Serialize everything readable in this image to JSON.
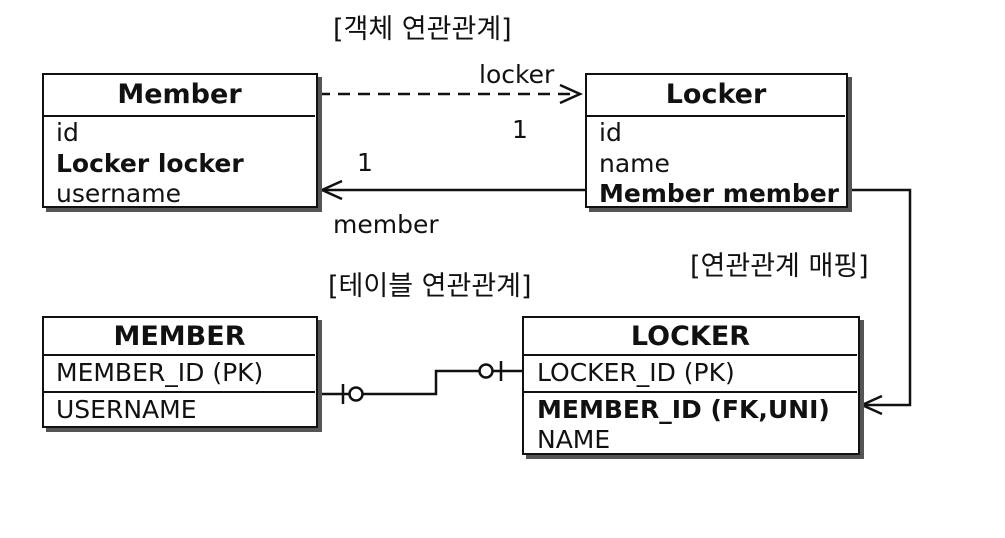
{
  "headings": {
    "object_relation": "[객체 연관관계]",
    "table_relation": "[테이블 연관관계]",
    "mapping": "[연관관계 매핑]"
  },
  "object_model": {
    "member": {
      "name": "Member",
      "fields": [
        "id",
        "Locker locker",
        "username"
      ]
    },
    "locker": {
      "name": "Locker",
      "fields": [
        "id",
        "name",
        "Member member"
      ]
    },
    "assoc_locker": {
      "role": "locker",
      "multiplicity": "1"
    },
    "assoc_member": {
      "role": "member",
      "multiplicity": "1"
    }
  },
  "table_model": {
    "member": {
      "name": "MEMBER",
      "fields": [
        "MEMBER_ID (PK)",
        "USERNAME"
      ]
    },
    "locker": {
      "name": "LOCKER",
      "fields": [
        "LOCKER_ID (PK)",
        "MEMBER_ID (FK,UNI)",
        "NAME"
      ]
    }
  },
  "colors": {
    "line": "#111111",
    "shadow": "#555555"
  }
}
